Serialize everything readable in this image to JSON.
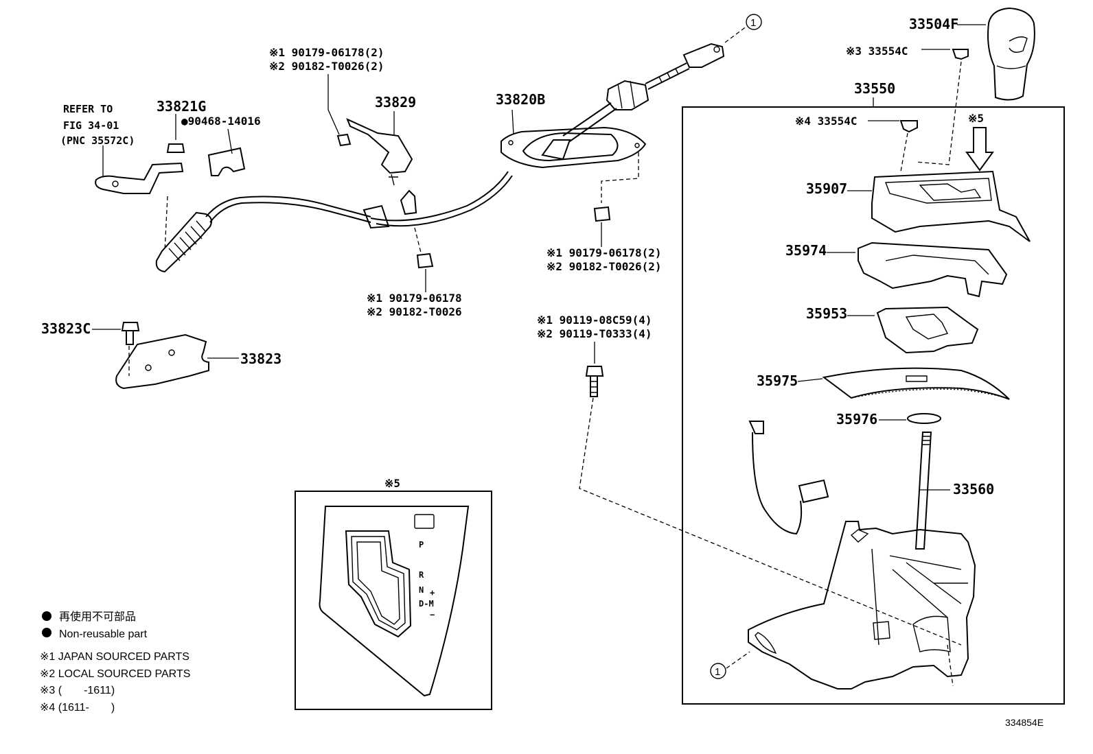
{
  "callouts": {
    "ref_line1": "REFER TO",
    "ref_line2": "FIG 34-01",
    "ref_line3": "(PNC 35572C)",
    "p33821G": "33821G",
    "p90468": "●90468-14016",
    "p33829": "33829",
    "p33820B": "33820B",
    "clip_top_1": "※1 90179-06178(2)",
    "clip_top_2": "※2 90182-T0026(2)",
    "nut_right_1": "※1 90179-06178(2)",
    "nut_right_2": "※2 90182-T0026(2)",
    "nut_mid_1": "※1 90179-06178",
    "nut_mid_2": "※2 90182-T0026",
    "bolt_1": "※1 90119-08C59(4)",
    "bolt_2": "※2 90119-T0333(4)",
    "p33823C": "33823C",
    "p33823": "33823",
    "p33504F": "33504F",
    "p33554C_3": "※3 33554C",
    "p33550": "33550",
    "p33554C_4": "※4 33554C",
    "note5_top": "※5",
    "p35907": "35907",
    "p35974": "35974",
    "p35953": "35953",
    "p35975": "35975",
    "p35976": "35976",
    "p33560": "33560",
    "circle_1": "1",
    "circle_1b": "1",
    "inset_title": "※5"
  },
  "gate_labels": {
    "P": "P",
    "R": "R",
    "N": "N",
    "D_M": "D-M",
    "plus": "+",
    "minus": "−"
  },
  "legend": {
    "nonreusable_jp": "再使用不可部品",
    "nonreusable_en": "Non-reusable part",
    "note1": "※1 JAPAN SOURCED PARTS",
    "note2": "※2 LOCAL SOURCED PARTS",
    "note3": "※3 (　　-1611)",
    "note4": "※4 (1611-　　)"
  },
  "figure_id": "334854E"
}
